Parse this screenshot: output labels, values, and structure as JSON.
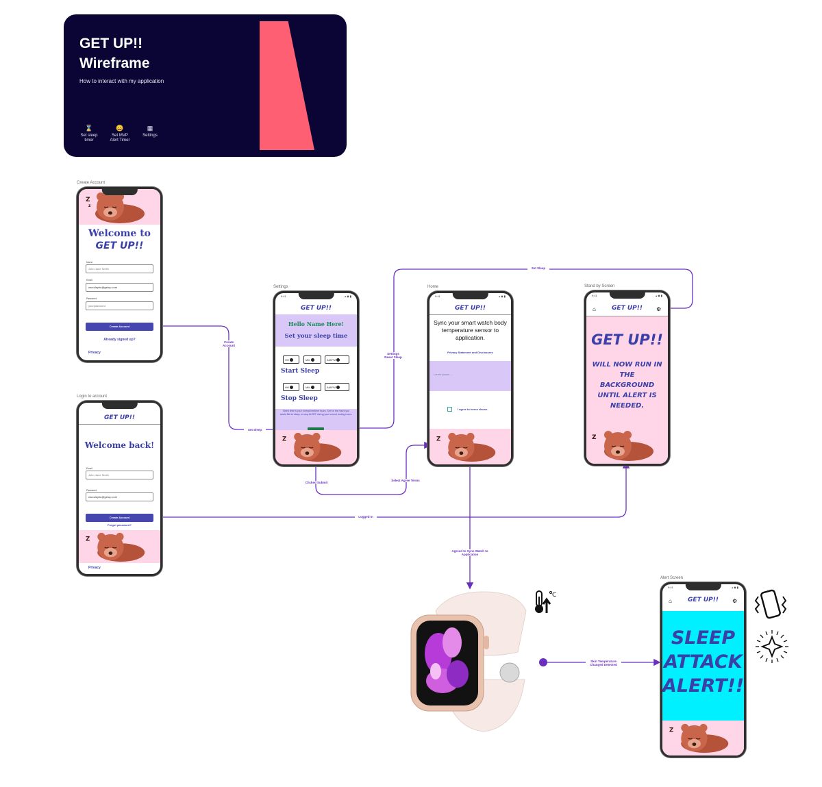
{
  "hero": {
    "title_line1": "GET UP!!",
    "title_line2": "Wireframe",
    "subtitle": "How to interact with my application",
    "features": [
      {
        "icon": "hourglass-icon",
        "glyph": "⌛",
        "label1": "Set sleep",
        "label2": "timer"
      },
      {
        "icon": "smiley-icon",
        "glyph": "😀",
        "label1": "Set MVP",
        "label2": "Alert Timer"
      },
      {
        "icon": "grid-icon",
        "glyph": "▦",
        "label1": "Settings",
        "label2": ""
      }
    ],
    "colors": {
      "bg": "#0a0535",
      "accent": "#ff5f72"
    }
  },
  "create_account": {
    "caption": "Create Account",
    "welcome": "Welcome to",
    "brand": "GET UP!!",
    "name_label": "Name",
    "name_value": "John Jane Smith",
    "email_label": "Email",
    "email_value": "narcoleptic@getup.com",
    "password_label": "Password",
    "password_value": "yourpassword",
    "button": "Create Account",
    "signed_up": "Already signed up?",
    "privacy": "Privacy"
  },
  "login": {
    "caption": "Login to account",
    "brand": "GET UP!!",
    "welcome": "Welcome back!",
    "email_label": "Email",
    "email_value": "John Jane Smith",
    "password_label": "Password",
    "password_value": "narcoleptic@getup.com",
    "button": "Create Account",
    "forgot": "Forgot password?",
    "privacy": "Privacy"
  },
  "settings": {
    "caption": "Settings",
    "brand": "GET UP!!",
    "hello": "Hello Name Here!",
    "set_sleep": "Set your sleep time",
    "start": "Start Sleep",
    "stop": "Stop Sleep",
    "hh": "HH",
    "mm": "MM",
    "ampm": "AM/PM",
    "note": "Sleep time is your normal bedtime hours. Set for the hours you would like to sleep, to stop ALERT during your normal resting hours."
  },
  "home": {
    "caption": "Home",
    "brand": "GET UP!!",
    "sync_text": "Sync your smart watch body temperature sensor to application.",
    "privacy_link": "Privacy Statement and Disclosures",
    "lorem": "Lorem Ipsum ...",
    "agree": "I agree to terms clause."
  },
  "standby": {
    "caption": "Stand by Screen",
    "brand": "GET UP!!",
    "big": "GET UP!!",
    "text": "WILL NOW RUN IN THE BACKGROUND UNTIL ALERT IS NEEDED."
  },
  "alert": {
    "caption": "Alert Screen",
    "brand": "GET UP!!",
    "line1": "SLEEP",
    "line2": "ATTACK",
    "line3": "ALERT!!",
    "bg": "#00f0ff"
  },
  "status_time": "9:41",
  "flows": {
    "create_account": "Create Account",
    "set_sleep_left": "Set Sleep",
    "set_sleep_top": "Set Sleep",
    "settings_reset": "Settings Reset Sleep",
    "clicked_submit": "Clicked Submit",
    "select_agree": "Select Agree Terms",
    "logged_in": "Logged In",
    "agreed_sync": "Agreed to Sync Watch to Application",
    "skin_temp": "Skin Temperature Changed Detected"
  },
  "colors": {
    "flow": "#6b2fc0",
    "brand_blue": "#3b3fa8",
    "pink": "#ffd6e8",
    "lavender": "#d9c8f7"
  }
}
